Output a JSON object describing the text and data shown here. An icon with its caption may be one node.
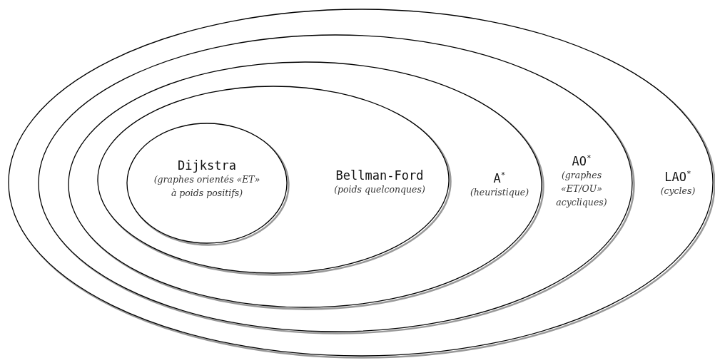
{
  "diagram": {
    "nodes": [
      {
        "text": [
          "LAO$^{*}$",
          "(cycles)"
        ]
      },
      {
        "text": [
          "AO$^{*}$",
          "(graphes «ET/OU» acycliques)"
        ],
        "in": 0
      },
      {
        "text": [
          "A$^{*}$",
          "(heuristique)"
        ],
        "in": 1
      },
      {
        "text": [
          "Bellman-Ford",
          "(poids quelconques)"
        ],
        "in": 2
      },
      {
        "text": [
          "Dijkstra",
          "(graphes orientés «ET» à poids positifs)"
        ],
        "in": 3
      }
    ]
  }
}
